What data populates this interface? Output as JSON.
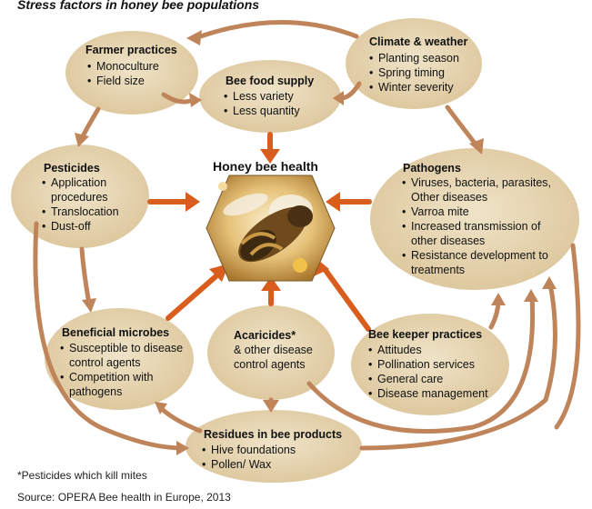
{
  "title": "Stress factors in honey bee populations",
  "center": {
    "label": "Honey bee health"
  },
  "nodes": {
    "farmer": {
      "title": "Farmer practices",
      "items": [
        "Monoculture",
        "Field size"
      ]
    },
    "food": {
      "title": "Bee food supply",
      "items": [
        "Less variety",
        "Less quantity"
      ]
    },
    "climate": {
      "title": "Climate & weather",
      "items": [
        "Planting season",
        "Spring timing",
        "Winter severity"
      ]
    },
    "pesticides": {
      "title": "Pesticides",
      "items": [
        "Application procedures",
        "Translocation",
        "Dust-off"
      ]
    },
    "pathogens": {
      "title": "Pathogens",
      "items": [
        "Viruses, bacteria, parasites, Other diseases",
        "Varroa mite",
        "Increased transmission of other diseases",
        "Resistance development to treatments"
      ]
    },
    "microbes": {
      "title": "Beneficial microbes",
      "items": [
        "Susceptible to disease control agents",
        "Competition with pathogens"
      ]
    },
    "acaricides": {
      "title": "Acaricides*",
      "subtitle_line1": "& other disease",
      "subtitle_line2": "control agents"
    },
    "beekeeper": {
      "title": "Bee keeper practices",
      "items": [
        "Attitudes",
        "Pollination services",
        "General care",
        "Disease management"
      ]
    },
    "residues": {
      "title": "Residues in bee products",
      "items": [
        "Hive foundations",
        "Pollen/ Wax"
      ]
    }
  },
  "footnote": "*Pesticides which kill mites",
  "source": "Source: OPERA Bee health in Europe, 2013",
  "colors": {
    "oval": "#e6d5b0",
    "arrow": "#c0845a",
    "center_arrow": "#d95e1e",
    "hexagon": "#d9a24c"
  }
}
